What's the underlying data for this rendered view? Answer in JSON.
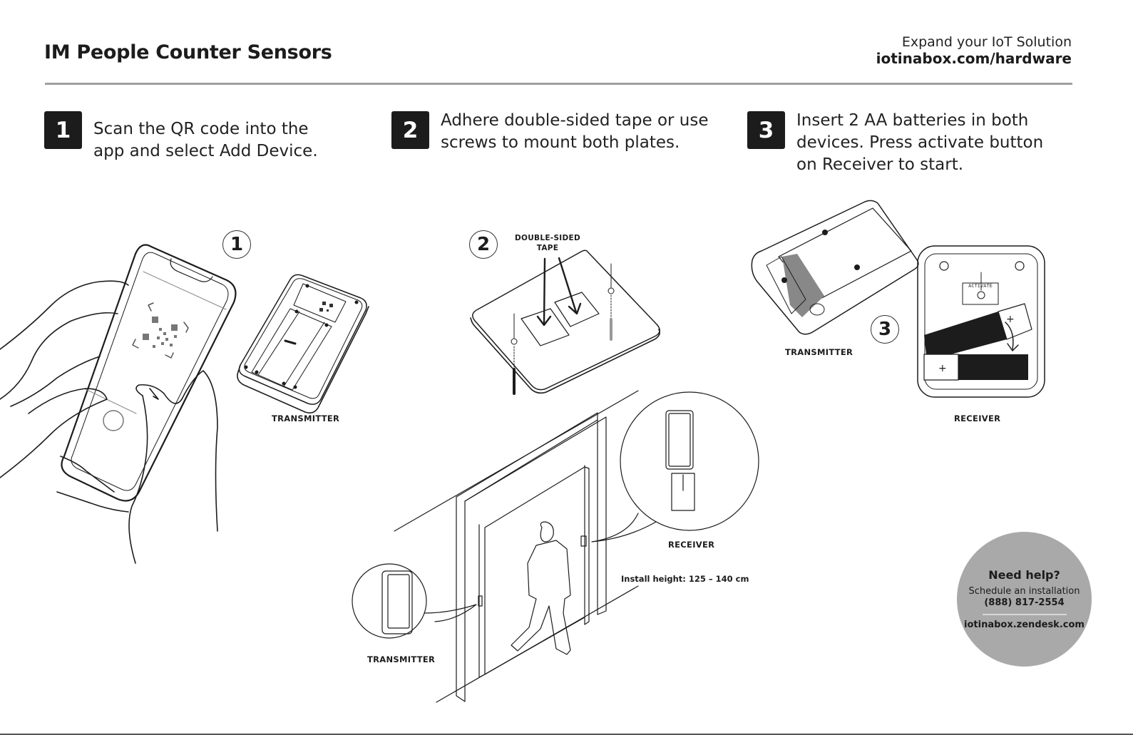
{
  "header": {
    "title": "IM People Counter Sensors",
    "tagline": "Expand your IoT Solution",
    "url": "iotinabox.com/hardware"
  },
  "steps": [
    {
      "number": "1",
      "text": "Scan the QR code into the app and select Add Device."
    },
    {
      "number": "2",
      "text": "Adhere double-sided tape or use screws to mount both plates."
    },
    {
      "number": "3",
      "text": "Insert 2 AA batteries in both devices. Press activate button on Receiver to start."
    }
  ],
  "illustrations": {
    "step1": {
      "marker": "1",
      "caption": "TRANSMITTER",
      "icon": "phone-scanning-qr"
    },
    "step2": {
      "marker": "2",
      "tape_label": "DOUBLE-SIDED TAPE",
      "icon": "mounting-plate"
    },
    "step3": {
      "marker": "3",
      "transmitter_caption": "TRANSMITTER",
      "receiver_caption": "RECEIVER",
      "button_label": "ACTIVATE",
      "battery_polarity": "+"
    },
    "doorway": {
      "transmitter_caption": "TRANSMITTER",
      "receiver_caption": "RECEIVER",
      "install_height": "Install height: 125 – 140 cm"
    }
  },
  "help": {
    "title": "Need help?",
    "subtitle": "Schedule an installation",
    "phone": "(888) 817-2554",
    "link": "iotinabox.zendesk.com",
    "background": "#a9a9a9"
  }
}
